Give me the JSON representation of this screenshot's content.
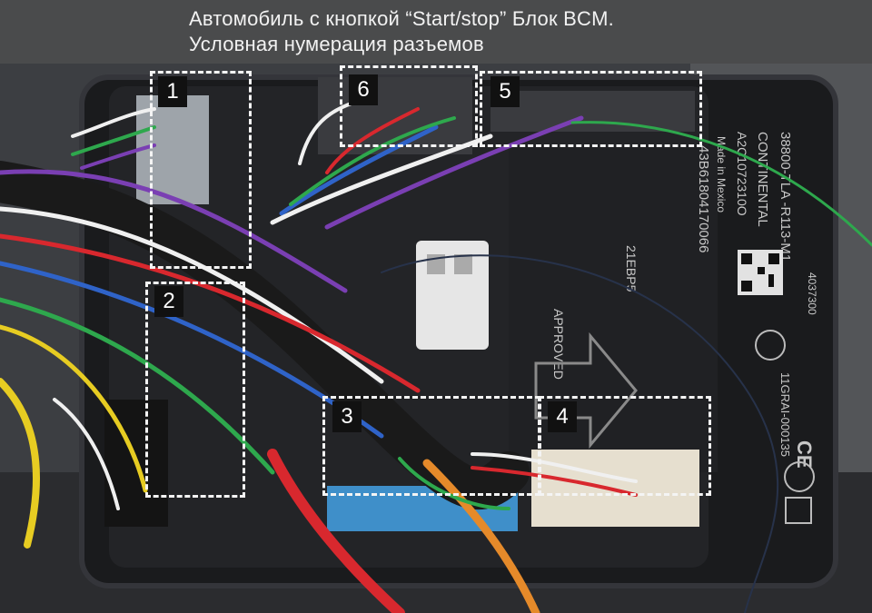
{
  "caption": {
    "line1": "Автомобиль с кнопкой “Start/stop” Блок BCM.",
    "line2": "Условная нумерация разъемов"
  },
  "connectors": [
    {
      "label": "1"
    },
    {
      "label": "2"
    },
    {
      "label": "3"
    },
    {
      "label": "4"
    },
    {
      "label": "5"
    },
    {
      "label": "6"
    }
  ],
  "module_label": {
    "part": "38800-TLA -R113-M1",
    "code": "4037300",
    "maker": "CONTINENTAL",
    "serial": "A2C1072310O",
    "origin": "Made in Mexico",
    "barcode_number": "43B61804170066",
    "approved": "APPROVED",
    "ece": "11GRAI-000135",
    "date_code": "21EBP5",
    "marks": "CE"
  },
  "colors": {
    "housing": "#1b1c1e",
    "housing_edge": "#2e2f32",
    "connector_blue": "#3f8fc9",
    "connector_beige": "#e6dfcf",
    "dashed_frame": "#f4f4f4",
    "wire_red": "#d8282e",
    "wire_green": "#2ea84d",
    "wire_orange": "#e58a2a",
    "wire_blue": "#2f63c8",
    "wire_white": "#f0f0f0",
    "wire_purple": "#7a3fb3",
    "wire_yellow": "#e7cc22"
  }
}
